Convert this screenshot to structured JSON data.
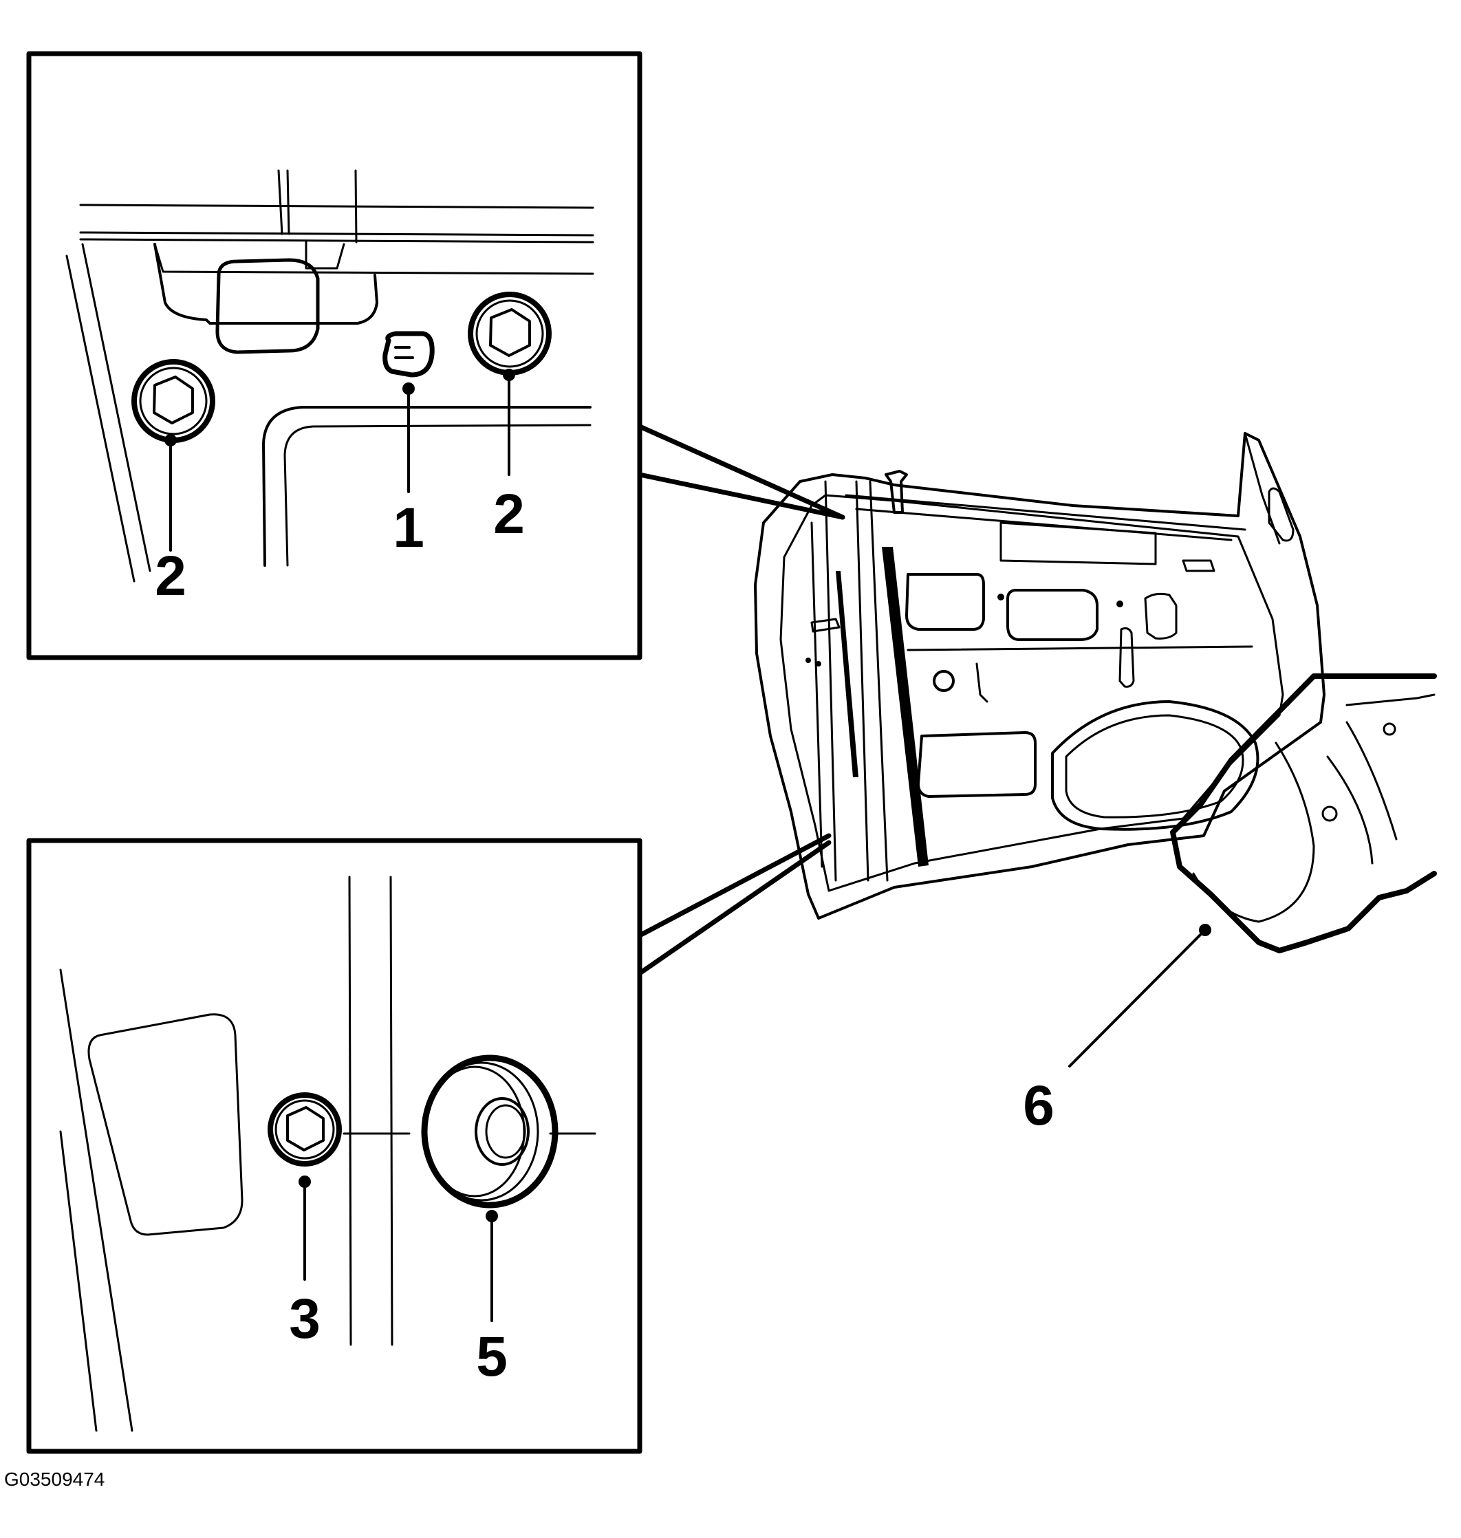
{
  "figure": {
    "id_text": "G03509474",
    "callouts": {
      "top_bracket_clip": "1",
      "top_nut_left": "2",
      "top_nut_right": "2",
      "lower_nut": "3",
      "lower_grommet": "5",
      "door_panel_edge": "6"
    }
  }
}
